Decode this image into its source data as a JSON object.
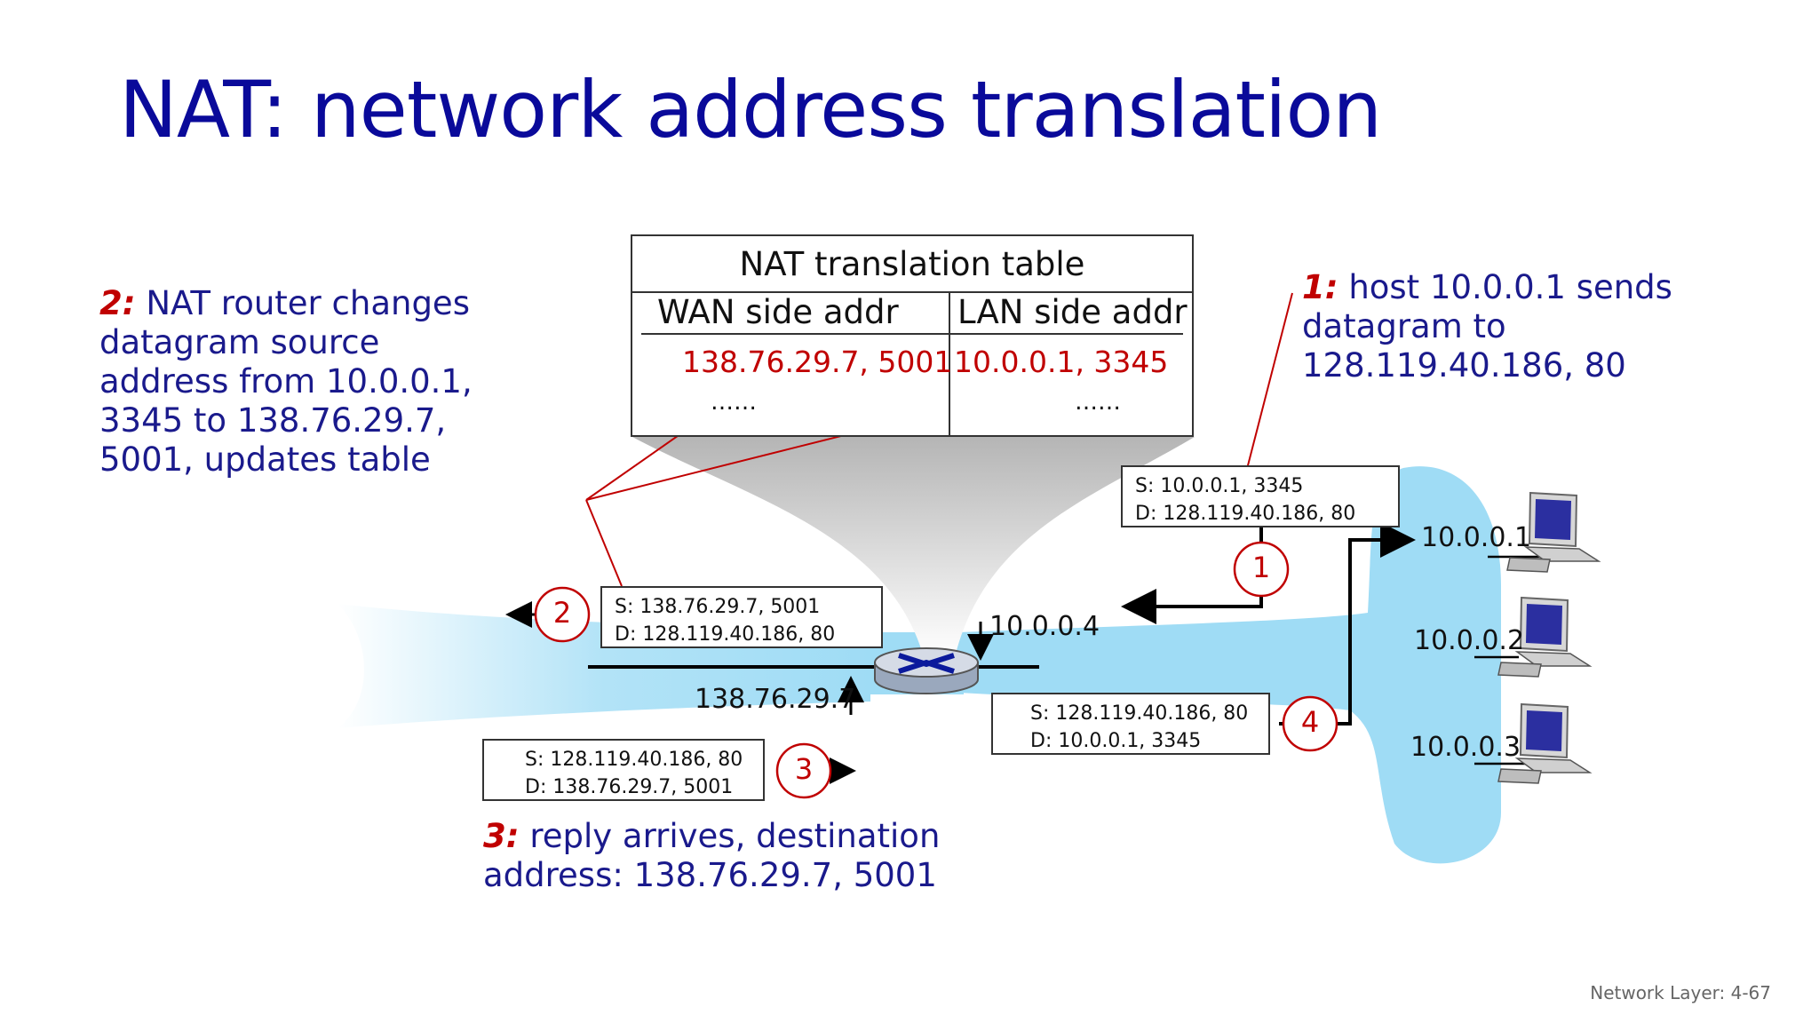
{
  "title": "NAT: network address translation",
  "table": {
    "title": "NAT translation table",
    "col_wan": "WAN side addr",
    "col_lan": "LAN side addr",
    "row_wan": "138.76.29.7, 5001",
    "row_lan": "10.0.0.1, 3345",
    "ellipsis_wan": "……",
    "ellipsis_lan": "……"
  },
  "step1": {
    "num": "1:",
    "text": "host 10.0.0.1 sends datagram to 128.119.40.186, 80"
  },
  "step2": {
    "num": "2:",
    "text": "NAT router changes datagram source address from 10.0.0.1, 3345 to 138.76.29.7, 5001, updates table"
  },
  "step3": {
    "num": "3:",
    "text": "reply arrives, destination address: 138.76.29.7, 5001"
  },
  "packets": {
    "p1": {
      "s": "S: 10.0.0.1, 3345",
      "d": "D: 128.119.40.186, 80"
    },
    "p2": {
      "s": "S: 138.76.29.7, 5001",
      "d": "D: 128.119.40.186, 80"
    },
    "p3": {
      "s": "S: 128.119.40.186, 80",
      "d": "D: 138.76.29.7, 5001"
    },
    "p4": {
      "s": "S: 128.119.40.186, 80",
      "d": "D: 10.0.0.1, 3345"
    }
  },
  "circles": {
    "c1": "1",
    "c2": "2",
    "c3": "3",
    "c4": "4"
  },
  "addresses": {
    "router_lan": "10.0.0.4",
    "router_wan": "138.76.29.7",
    "host1": "10.0.0.1",
    "host2": "10.0.0.2",
    "host3": "10.0.0.3"
  },
  "footer": "Network Layer: 4-67",
  "colors": {
    "accent_red": "#c00000",
    "title_blue": "#0a0a9a",
    "network_blue": "#9fdcf5"
  }
}
